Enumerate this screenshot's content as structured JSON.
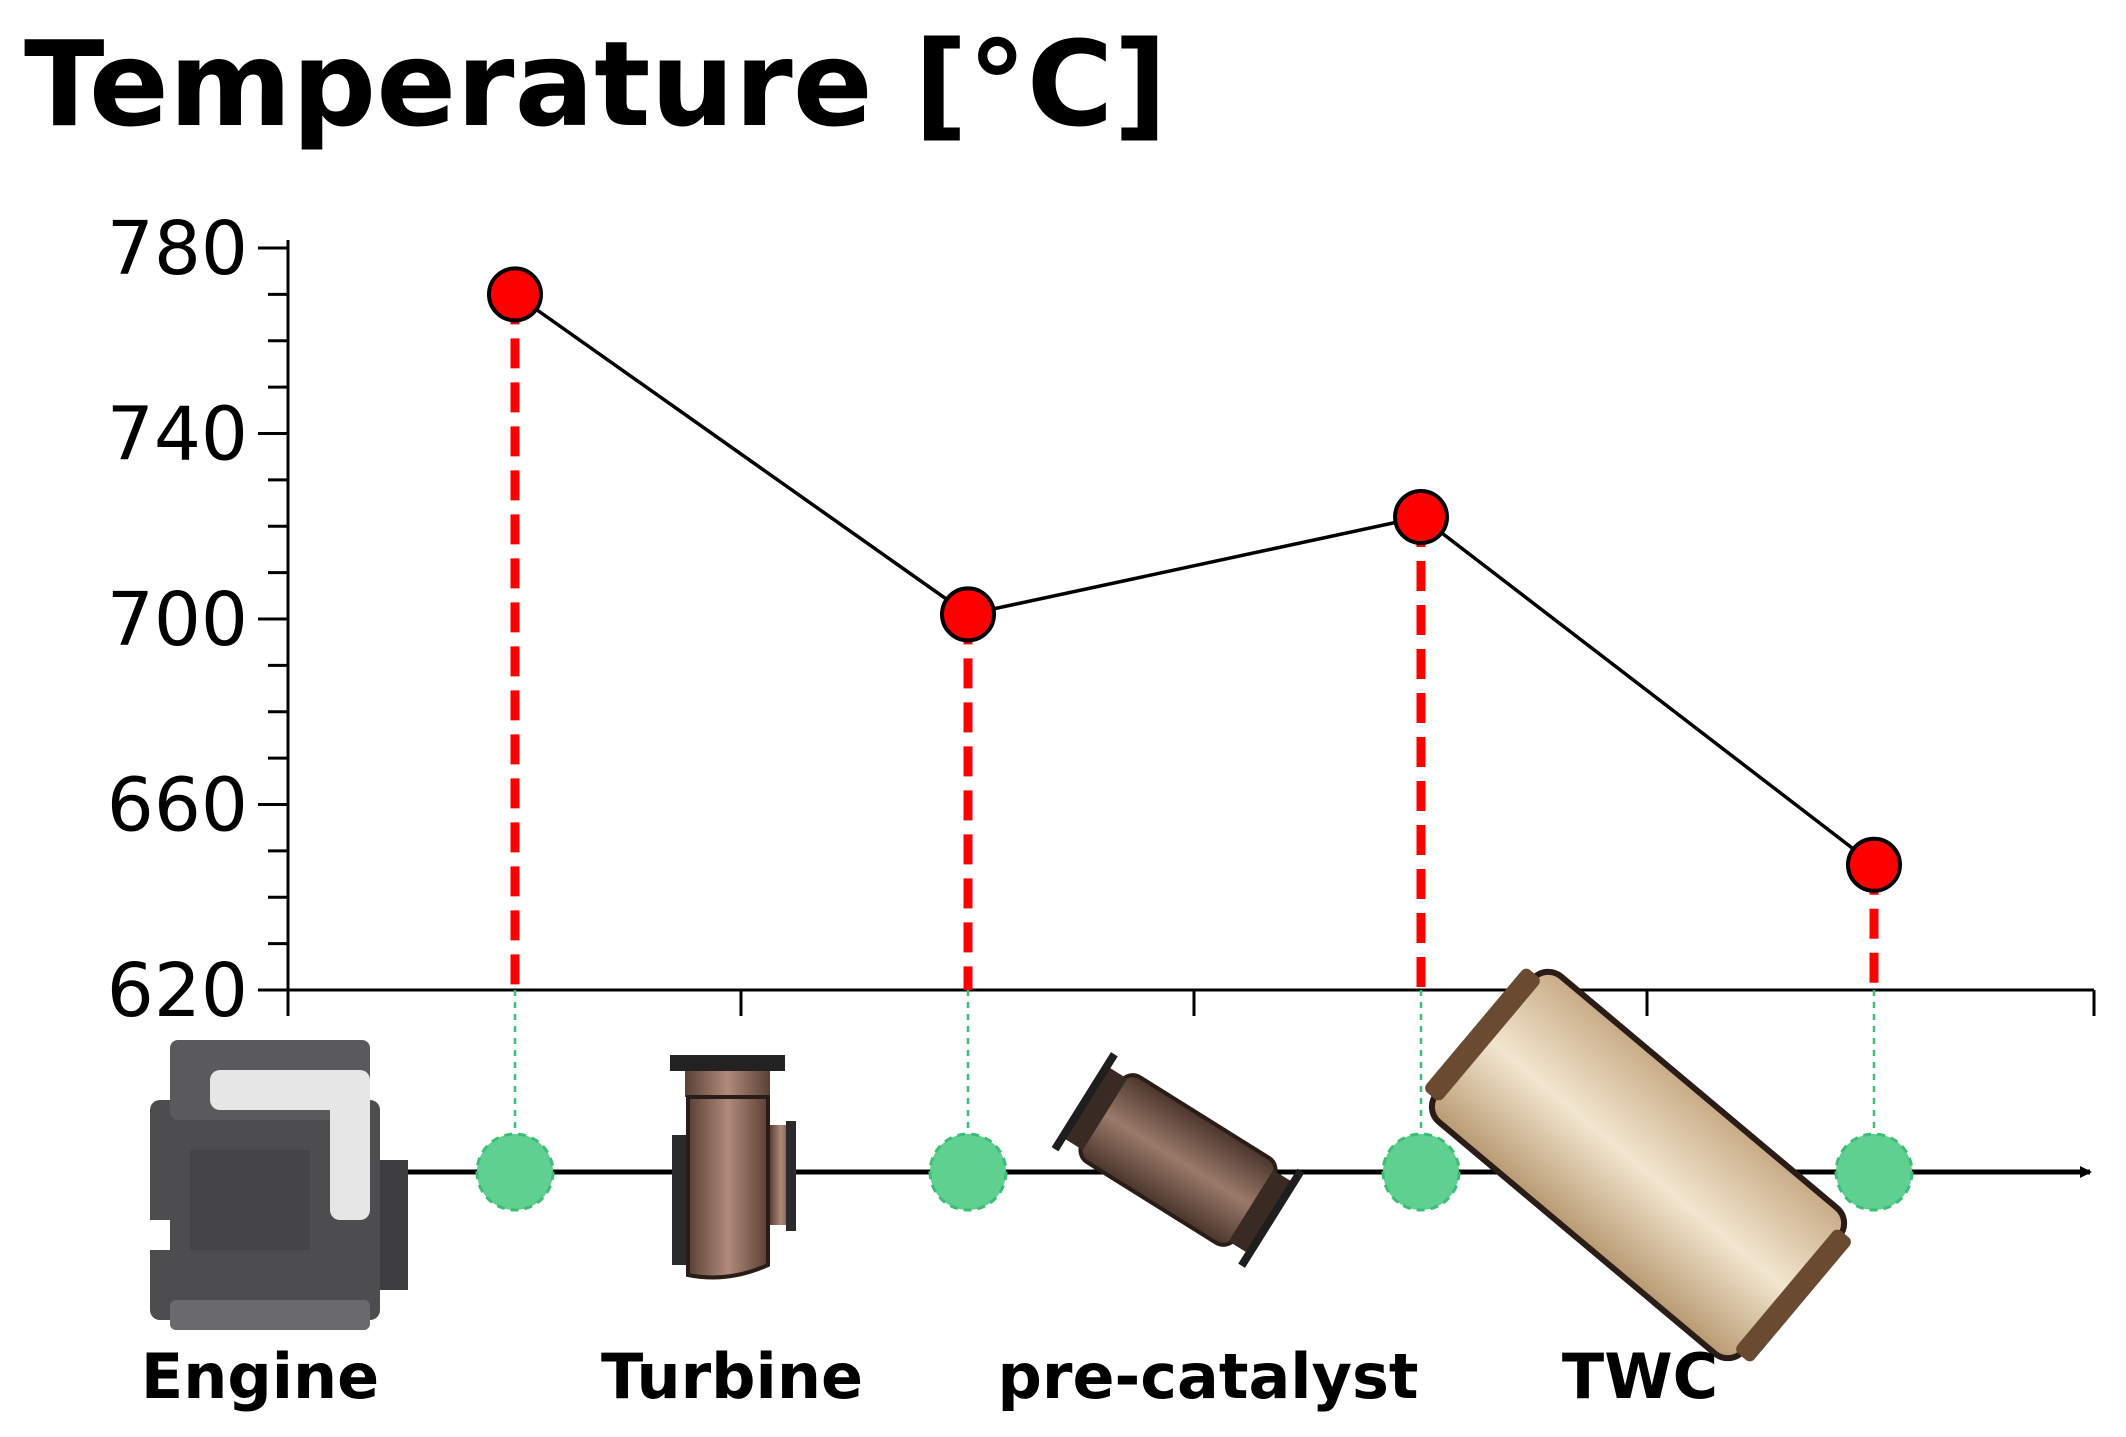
{
  "chart_data": {
    "type": "line",
    "title": "Temperature [°C]",
    "xlabel": "",
    "ylabel": "",
    "ylim": [
      620,
      780
    ],
    "yticks": [
      620,
      660,
      700,
      740,
      780
    ],
    "y_minor_step": 10,
    "grid": false,
    "legend": "none",
    "categories": [
      "Engine",
      "Turbine",
      "pre-catalyst",
      "TWC"
    ],
    "series": [
      {
        "values": [
          770,
          701,
          722,
          647
        ]
      }
    ],
    "colors": {
      "marker": "#ff0000",
      "line": "#000000",
      "drop_line": "#ff0000",
      "probe": "#5fd08f",
      "probe_edge": "#3cbf75"
    }
  },
  "components": [
    {
      "label": "Engine",
      "icon": "engine-icon"
    },
    {
      "label": "Turbine",
      "icon": "turbine-icon"
    },
    {
      "label": "pre-catalyst",
      "icon": "pre-catalyst-icon"
    },
    {
      "label": "TWC",
      "icon": "twc-icon"
    }
  ]
}
